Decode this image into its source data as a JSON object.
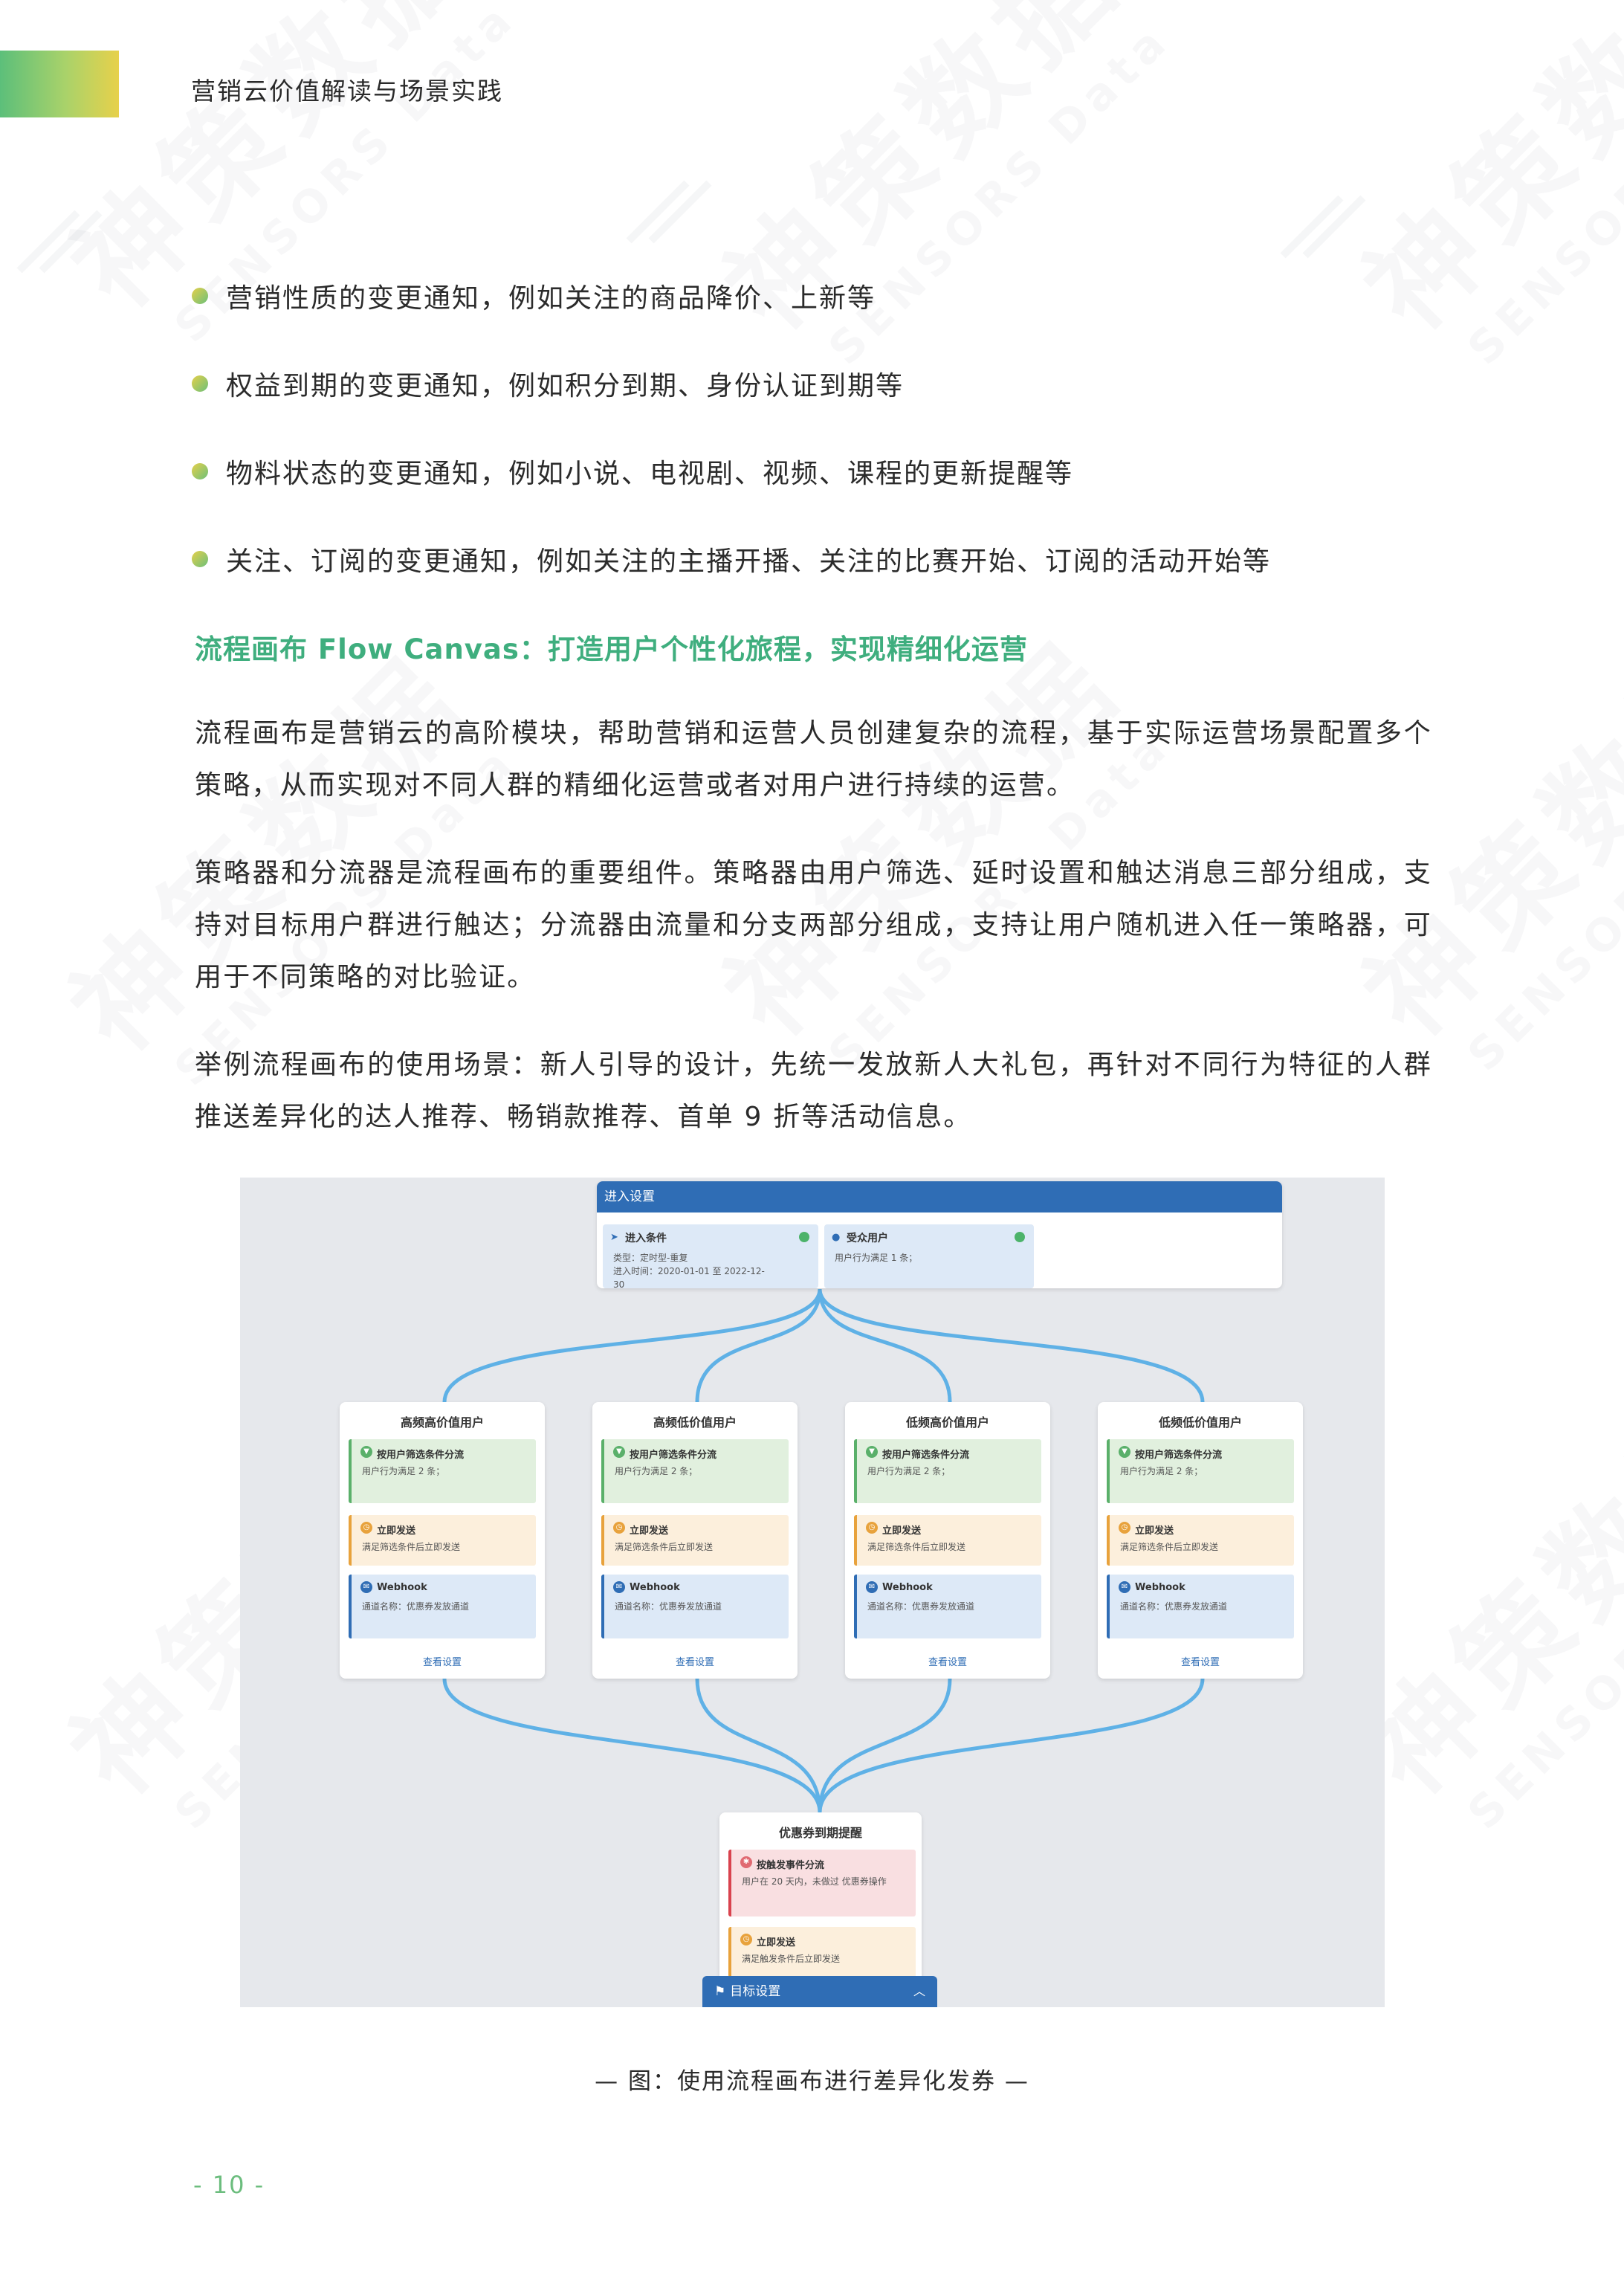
{
  "header": {
    "title": "营销云价值解读与场景实践"
  },
  "watermark": {
    "cn": "神策数据",
    "en": "SENSORS Data"
  },
  "bullets": [
    "营销性质的变更通知，例如关注的商品降价、上新等",
    "权益到期的变更通知，例如积分到期、身份认证到期等",
    "物料状态的变更通知，例如小说、电视剧、视频、课程的更新提醒等",
    "关注、订阅的变更通知，例如关注的主播开播、关注的比赛开始、订阅的活动开始等"
  ],
  "section_title": "流程画布 Flow Canvas：打造用户个性化旅程，实现精细化运营",
  "paragraphs": [
    "流程画布是营销云的高阶模块，帮助营销和运营人员创建复杂的流程，基于实际运营场景配置多个策略，从而实现对不同人群的精细化运营或者对用户进行持续的运营。",
    "策略器和分流器是流程画布的重要组件。策略器由用户筛选、延时设置和触达消息三部分组成，支持对目标用户群进行触达；分流器由流量和分支两部分组成，支持让用户随机进入任一策略器，可用于不同策略的对比验证。",
    "举例流程画布的使用场景：新人引导的设计，先统一发放新人大礼包，再针对不同行为特征的人群推送差异化的达人推荐、畅销款推荐、首单 9 折等活动信息。"
  ],
  "figure": {
    "entry": {
      "title": "进入设置",
      "condition": {
        "title": "进入条件",
        "line1": "类型：定时型-重复",
        "line2": "进入时间：2020-01-01 至 2022-12-",
        "line3": "30"
      },
      "audience": {
        "title": "受众用户",
        "line1": "用户行为满足 1 条；"
      }
    },
    "groups": [
      {
        "title": "高频高价值用户",
        "filter_title": "按用户筛选条件分流",
        "filter_desc": "用户行为满足 2 条；",
        "send_title": "立即发送",
        "send_desc": "满足筛选条件后立即发送",
        "webhook_title": "Webhook",
        "webhook_desc": "通道名称：优惠券发放通道",
        "link": "查看设置"
      },
      {
        "title": "高频低价值用户",
        "filter_title": "按用户筛选条件分流",
        "filter_desc": "用户行为满足 2 条；",
        "send_title": "立即发送",
        "send_desc": "满足筛选条件后立即发送",
        "webhook_title": "Webhook",
        "webhook_desc": "通道名称：优惠券发放通道",
        "link": "查看设置"
      },
      {
        "title": "低频高价值用户",
        "filter_title": "按用户筛选条件分流",
        "filter_desc": "用户行为满足 2 条；",
        "send_title": "立即发送",
        "send_desc": "满足筛选条件后立即发送",
        "webhook_title": "Webhook",
        "webhook_desc": "通道名称：优惠券发放通道",
        "link": "查看设置"
      },
      {
        "title": "低频低价值用户",
        "filter_title": "按用户筛选条件分流",
        "filter_desc": "用户行为满足 2 条；",
        "send_title": "立即发送",
        "send_desc": "满足筛选条件后立即发送",
        "webhook_title": "Webhook",
        "webhook_desc": "通道名称：优惠券发放通道",
        "link": "查看设置"
      }
    ],
    "coupon": {
      "title": "优惠券到期提醒",
      "trigger_title": "按触发事件分流",
      "trigger_desc": "用户在 20 天内，未做过 优惠券操作",
      "send_title": "立即发送",
      "send_desc": "满足触发条件后立即发送"
    },
    "target": {
      "title": "目标设置"
    }
  },
  "caption": "— 图：使用流程画布进行差异化发券 —",
  "page_number": "- 10 -"
}
